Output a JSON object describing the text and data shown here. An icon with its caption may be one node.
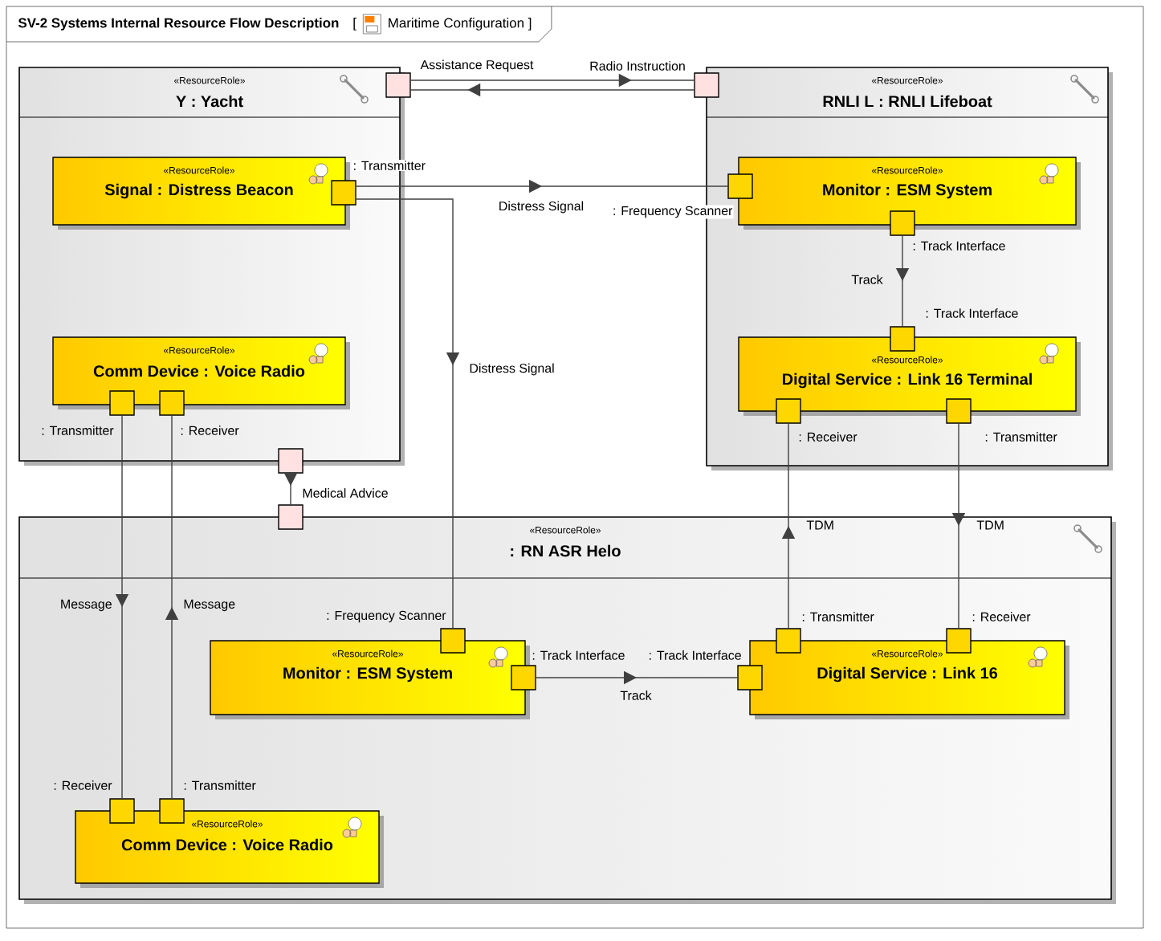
{
  "diagram": {
    "title": "SV-2 Systems Internal Resource Flow Description",
    "nodes": [
      {
        "text": [
          "«ResourceRole»",
          "Y : Yacht"
        ]
      },
      {
        "text": [],
        "shape": "box"
      },
      {
        "text": [
          "«ResourceRole»",
          "Signal : Distress Beacon"
        ],
        "in": 0
      },
      {
        "text": [],
        "shape": "box",
        "beside": [
          ": Transmitter"
        ],
        "in": 0
      },
      {
        "text": [
          "«ResourceRole»",
          "Comm Device : Voice Radio"
        ],
        "in": 0
      },
      {
        "text": [],
        "shape": "box",
        "beside": [
          ": Transmitter"
        ],
        "in": 0
      },
      {
        "text": [],
        "shape": "box",
        "beside": [
          ": Receiver"
        ],
        "in": 0
      },
      {
        "text": [],
        "shape": "box"
      },
      {
        "text": [
          "«ResourceRole»",
          "RNLI L : RNLI Lifeboat"
        ]
      },
      {
        "text": [],
        "shape": "box"
      },
      {
        "text": [
          "«ResourceRole»",
          "Monitor : ESM System"
        ],
        "in": 8
      },
      {
        "text": [],
        "shape": "box",
        "beside": [
          ": Frequency Scanner"
        ],
        "in": 8
      },
      {
        "text": [],
        "shape": "box",
        "beside": [
          ": Track Interface"
        ],
        "in": 8
      },
      {
        "text": [
          "«ResourceRole»",
          "Digital Service : Link 16 Terminal"
        ],
        "in": 8
      },
      {
        "text": [],
        "shape": "box",
        "beside": [
          ": Track Interface"
        ],
        "in": 8
      },
      {
        "text": [],
        "shape": "box",
        "beside": [
          ": Receiver"
        ],
        "in": 8
      },
      {
        "text": [],
        "shape": "box",
        "beside": [
          ": Transmitter"
        ],
        "in": 8
      },
      {
        "text": [
          "«ResourceRole»",
          ": RN ASR Helo"
        ]
      },
      {
        "text": [],
        "shape": "box"
      },
      {
        "text": [
          "«ResourceRole»",
          "Monitor : ESM System"
        ],
        "in": 17
      },
      {
        "text": [],
        "shape": "box",
        "beside": [
          ": Frequency Scanner"
        ],
        "in": 17
      },
      {
        "text": [],
        "shape": "box",
        "beside": [
          ": Track Interface"
        ],
        "in": 17
      },
      {
        "text": [
          "«ResourceRole»",
          "Digital Service : Link 16"
        ],
        "in": 17
      },
      {
        "text": [],
        "shape": "box",
        "beside": [
          ": Track Interface"
        ],
        "in": 17
      },
      {
        "text": [],
        "shape": "box",
        "beside": [
          ": Transmitter"
        ],
        "in": 17
      },
      {
        "text": [],
        "shape": "box",
        "beside": [
          ": Receiver"
        ],
        "in": 17
      },
      {
        "text": [
          "«ResourceRole»",
          "Comm Device : Voice Radio"
        ],
        "in": 17
      },
      {
        "text": [],
        "shape": "box",
        "beside": [
          ": Receiver"
        ],
        "in": 17
      },
      {
        "text": [],
        "shape": "box",
        "beside": [
          ": Transmitter"
        ],
        "in": 17
      }
    ],
    "edges": [
      {
        "from": 9,
        "to": 1,
        "arrow": "to",
        "label": "Assistance Request"
      },
      {
        "from": 1,
        "to": 9,
        "arrow": "to",
        "label": "Radio Instruction"
      },
      {
        "from": 3,
        "to": 11,
        "arrow": "to",
        "label": "Distress Signal"
      },
      {
        "from": 3,
        "to": 20,
        "arrow": "to",
        "label": "Distress Signal"
      },
      {
        "from": 12,
        "to": 14,
        "arrow": "to",
        "label": "Track"
      },
      {
        "from": 7,
        "to": 18,
        "arrow": "to",
        "label": "Medical Advice"
      },
      {
        "from": 5,
        "to": 27,
        "arrow": "to",
        "label": "Message"
      },
      {
        "from": 28,
        "to": 6,
        "arrow": "to",
        "label": "Message"
      },
      {
        "from": 24,
        "to": 15,
        "arrow": "to",
        "label": "TDM"
      },
      {
        "from": 16,
        "to": 25,
        "arrow": "to",
        "label": "TDM"
      },
      {
        "from": 21,
        "to": 23,
        "arrow": "to",
        "label": "Track"
      }
    ],
    "labels": [
      "[",
      "Maritime Configuration ]"
    ]
  }
}
